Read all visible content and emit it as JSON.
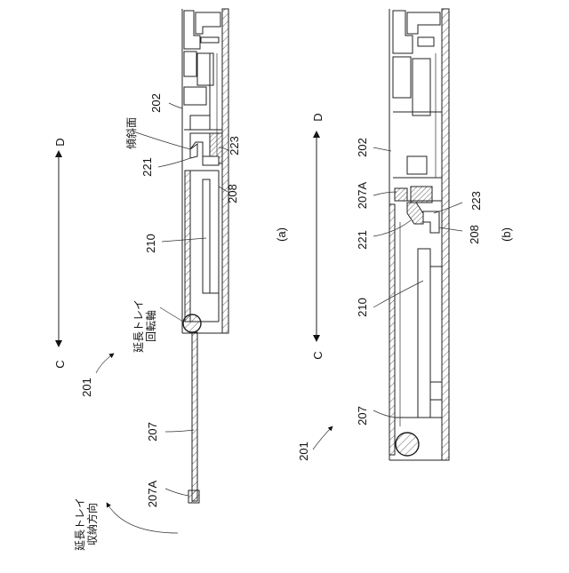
{
  "figure_a": {
    "caption": "(a)",
    "direction": {
      "d_label": "D",
      "c_label": "C"
    },
    "labels": {
      "l202": "202",
      "slope_face": "傾斜面",
      "l223": "223",
      "l221": "221",
      "l208": "208",
      "l210": "210",
      "pivot_line1": "延長トレイ",
      "pivot_line2": "回転軸",
      "l201": "201",
      "l207": "207",
      "l207A": "207A",
      "stow_line1": "延長トレイ",
      "stow_line2": "収納方向"
    }
  },
  "figure_b": {
    "caption": "(b)",
    "direction": {
      "d_label": "D",
      "c_label": "C"
    },
    "labels": {
      "l202": "202",
      "l207A": "207A",
      "l223": "223",
      "l221": "221",
      "l208": "208",
      "l210": "210",
      "l201": "201",
      "l207": "207"
    }
  }
}
